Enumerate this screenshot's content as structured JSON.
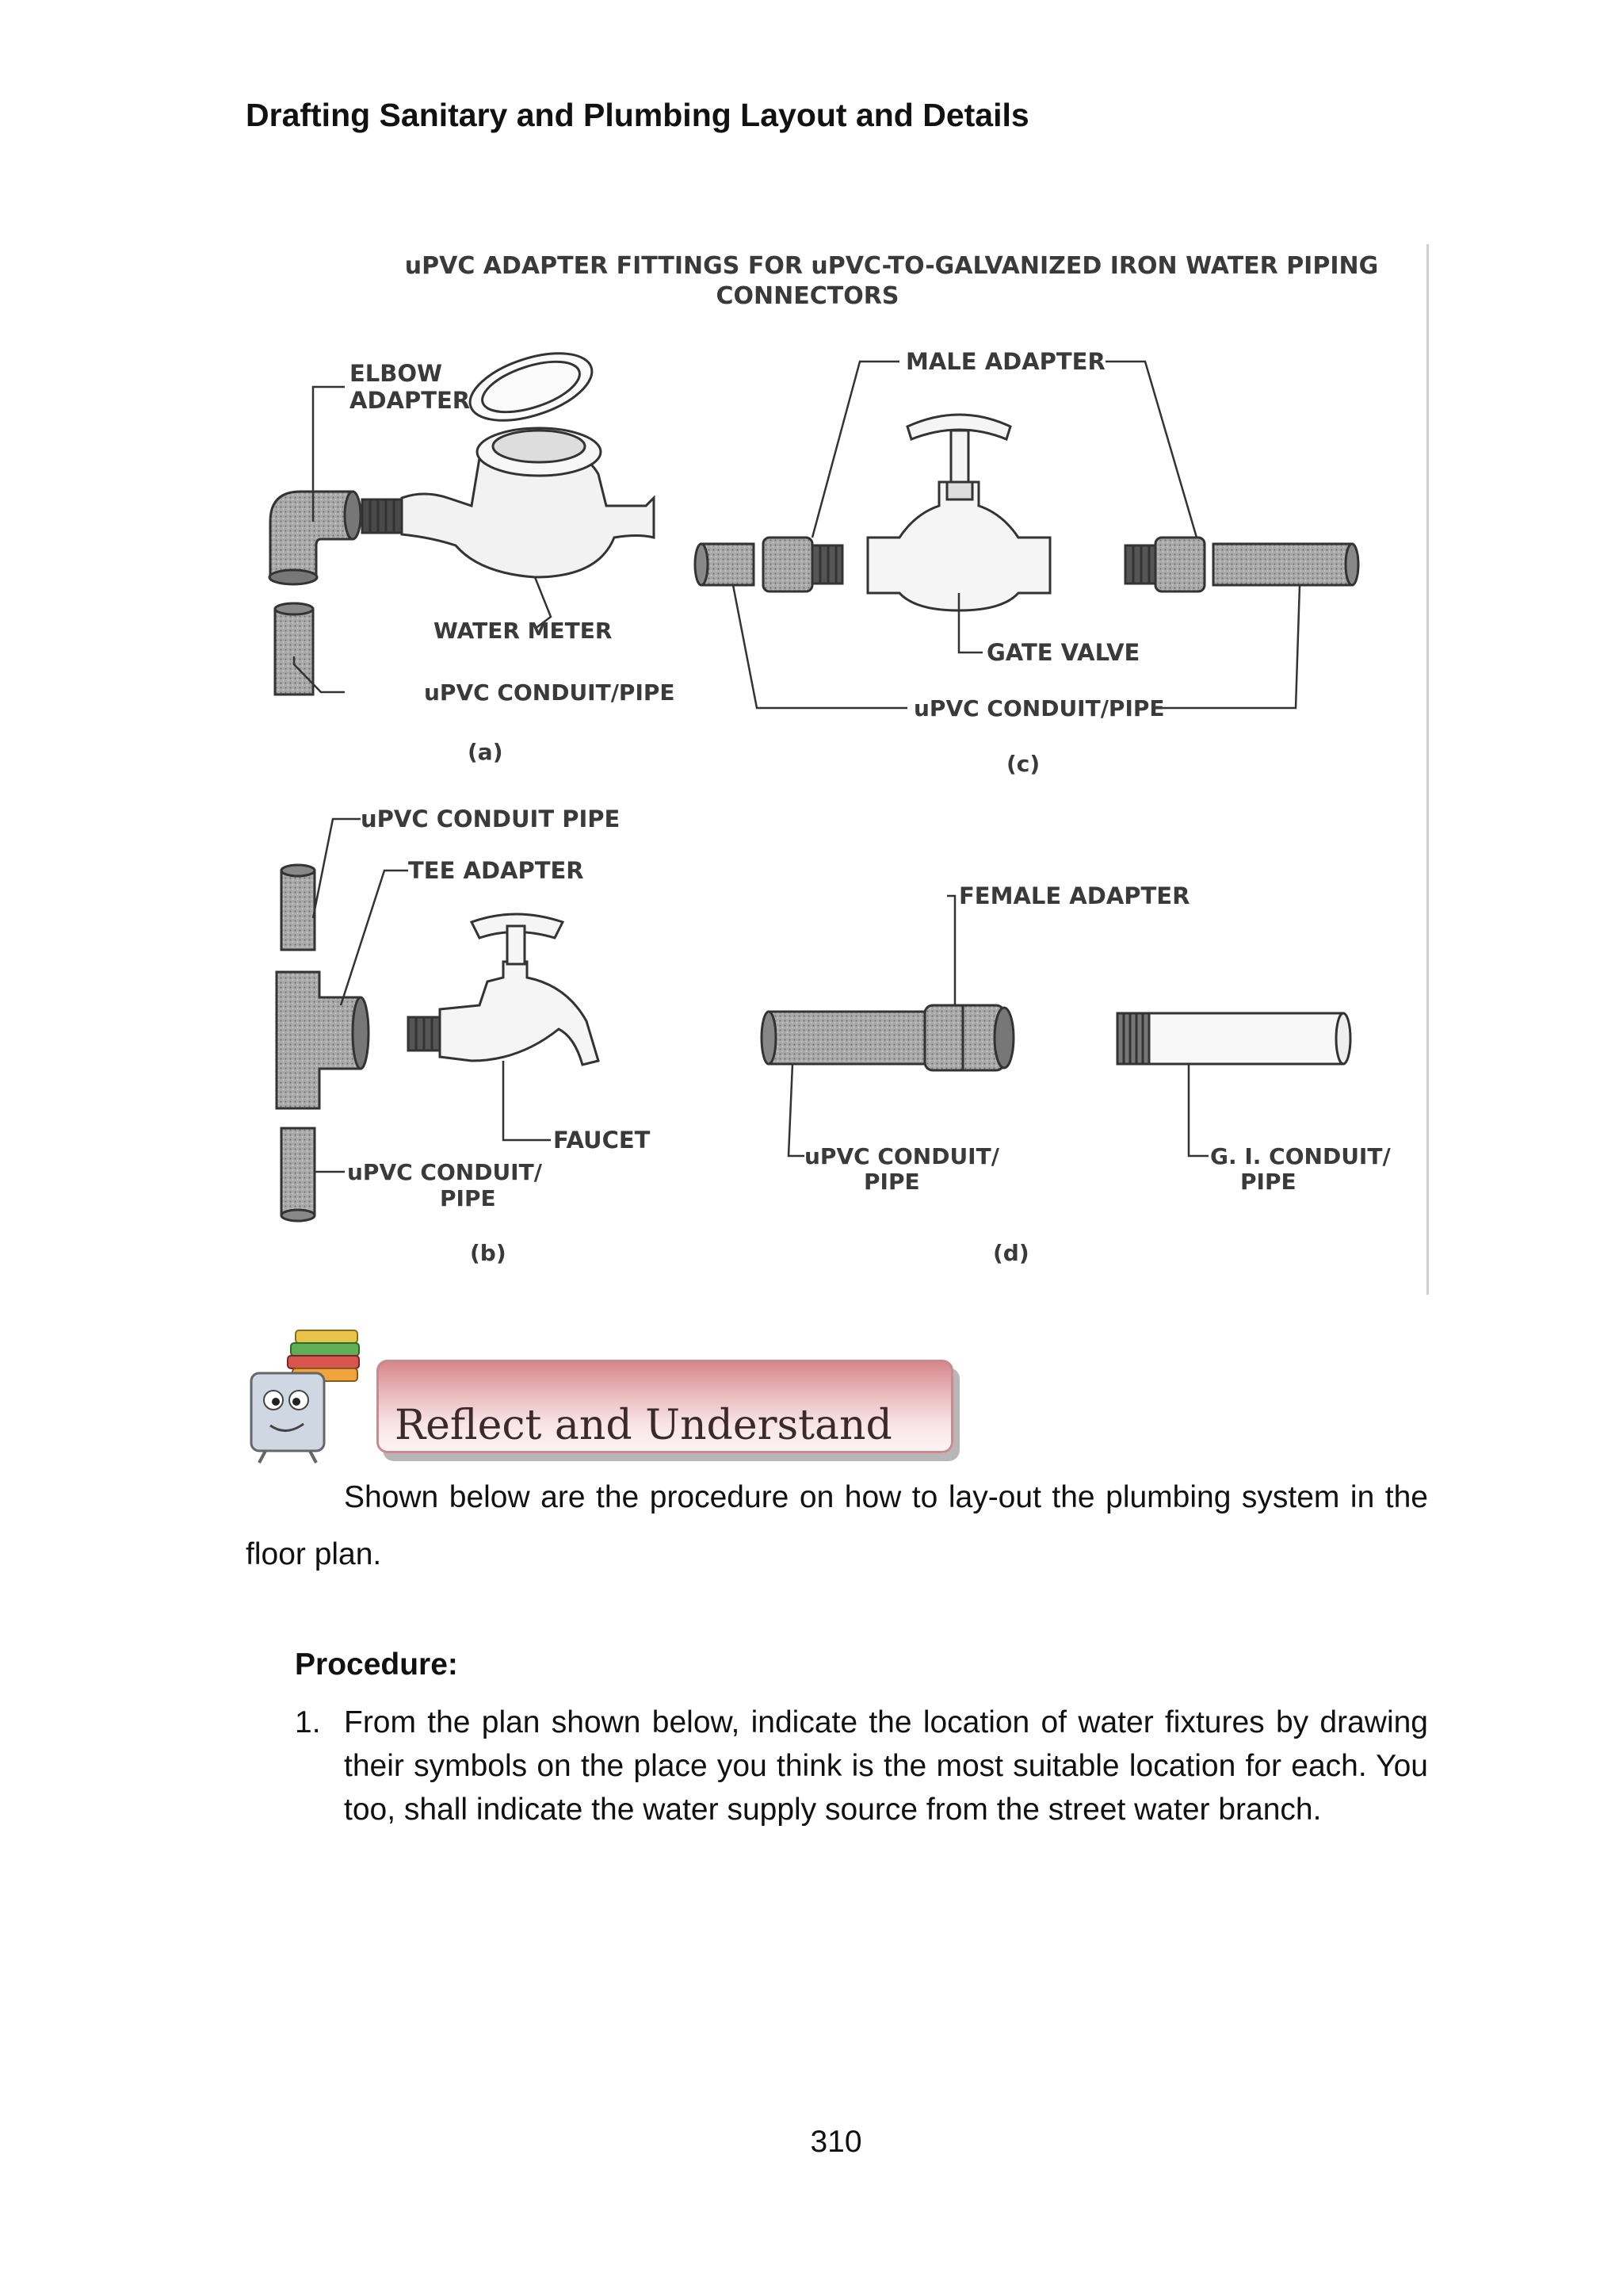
{
  "header": {
    "title": "Drafting Sanitary and Plumbing Layout and Details"
  },
  "figure": {
    "title_line1": "uPVC ADAPTER FITTINGS FOR uPVC-TO-GALVANIZED IRON WATER PIPING",
    "title_line2": "CONNECTORS",
    "panel_a": {
      "label": "(a)",
      "elbow_line1": "ELBOW",
      "elbow_line2": "ADAPTER",
      "water_meter": "WATER METER",
      "conduit": "uPVC CONDUIT/PIPE"
    },
    "panel_c": {
      "label": "(c)",
      "male_adapter": "MALE ADAPTER",
      "gate_valve": "GATE VALVE",
      "conduit": "uPVC CONDUIT/PIPE"
    },
    "panel_b": {
      "label": "(b)",
      "conduit_pipe": "uPVC CONDUIT PIPE",
      "tee_adapter": "TEE ADAPTER",
      "faucet": "FAUCET",
      "conduit_line1": "uPVC CONDUIT/",
      "conduit_line2": "PIPE"
    },
    "panel_d": {
      "label": "(d)",
      "female_adapter": "FEMALE ADAPTER",
      "upvc_line1": "uPVC CONDUIT/",
      "upvc_line2": "PIPE",
      "gi_line1": "G. I. CONDUIT/",
      "gi_line2": "PIPE"
    }
  },
  "section": {
    "banner": "Reflect and Understand"
  },
  "intro": "Shown below are the procedure on how to lay-out the plumbing system in the floor plan.",
  "procedure": {
    "heading": "Procedure:",
    "items": [
      {
        "num": "1.",
        "text": "From the plan shown below, indicate the location of water fixtures by drawing their symbols on the place you think is the most suitable location for each. You too, shall indicate the water supply source from the street water branch."
      }
    ]
  },
  "footer": {
    "page": "310"
  }
}
